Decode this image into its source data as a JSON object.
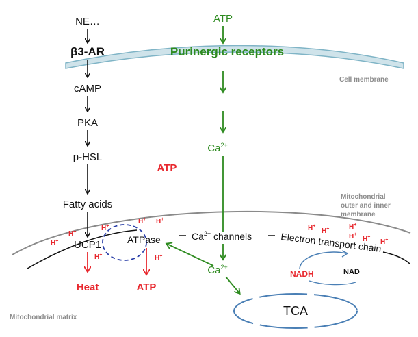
{
  "left_pathway": {
    "ne": "NE…",
    "receptor": "β3-AR",
    "camp": "cAMP",
    "pka": "PKA",
    "phsl": "p-HSL",
    "fatty_acids": "Fatty acids",
    "ucp1": "UCP1"
  },
  "right_pathway": {
    "atp": "ATP",
    "receptor": "Purinergic receptors",
    "ca_top": "Ca",
    "ca_top_sup": "2+",
    "ca_bottom": "Ca",
    "ca_bottom_sup": "2+"
  },
  "mito": {
    "atp_label": "ATP",
    "atpase": "ATPase",
    "channels_prefix": "Ca",
    "channels_sup": "2+",
    "channels_suffix": " channels",
    "etc": "Electron transport chain",
    "nadh": "NADH",
    "nad": "NAD",
    "tca": "TCA",
    "heat": "Heat",
    "atp_out": "ATP",
    "proton": "H",
    "proton_sup": "+"
  },
  "labels": {
    "cell_membrane": "Cell membrane",
    "mito_membrane_l1": "Mitochondrial",
    "mito_membrane_l2": "outer and inner",
    "mito_membrane_l3": "membrane",
    "matrix": "Mitochondrial matrix"
  },
  "colors": {
    "green": "#2e8b20",
    "red": "#e8282e",
    "membrane_fill": "#cfe3ea",
    "membrane_stroke": "#7fb4c6",
    "blue": "#4a7fb5"
  }
}
